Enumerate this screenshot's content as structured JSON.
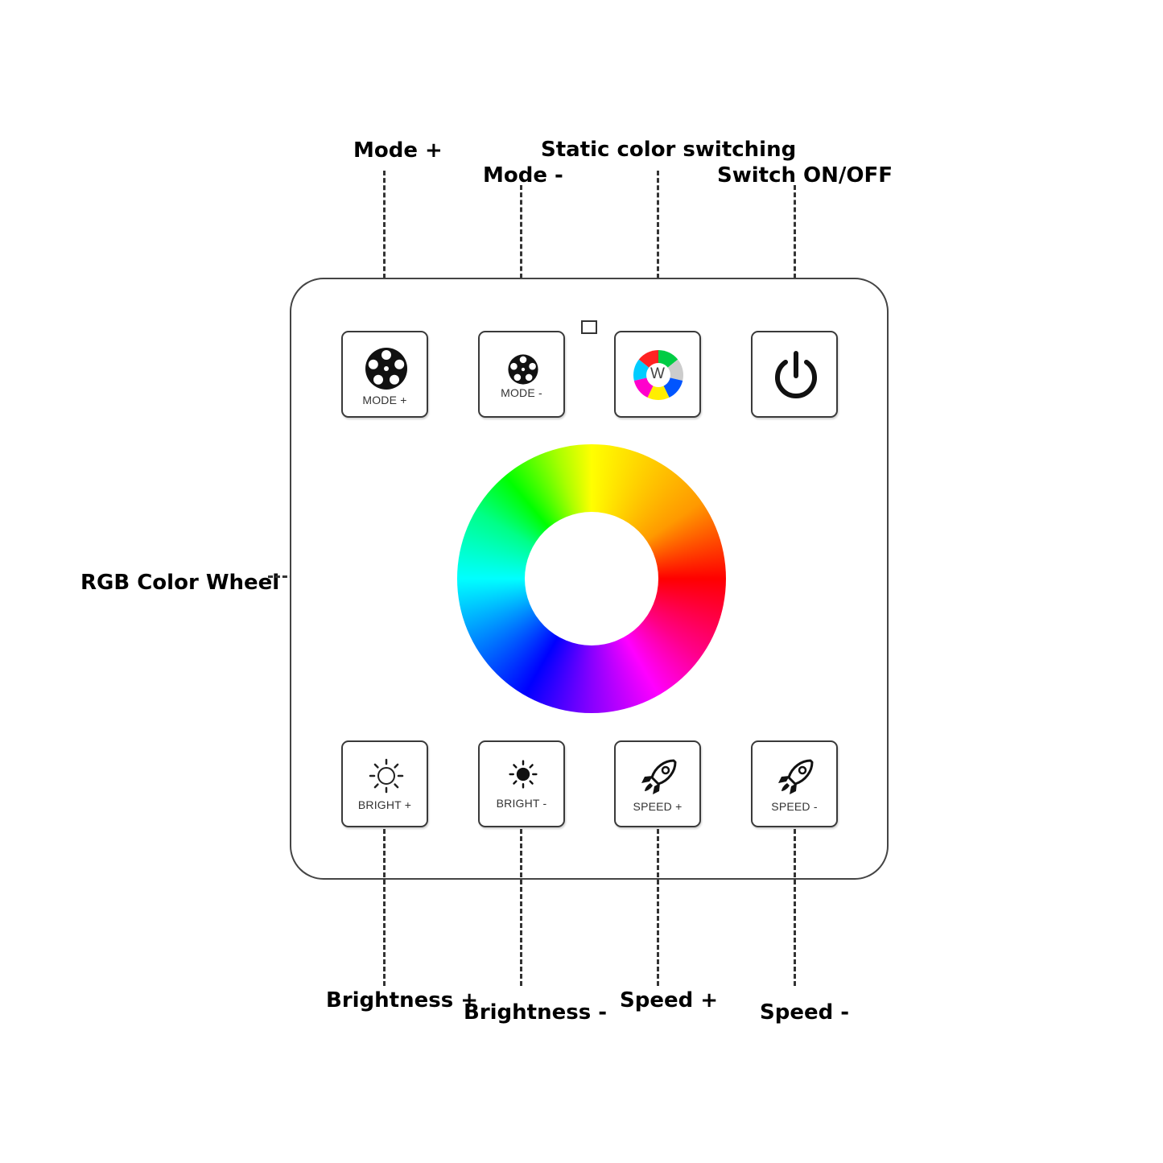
{
  "callouts": {
    "mode_plus": "Mode +",
    "mode_minus": "Mode -",
    "static_color": "Static color switching",
    "switch_onoff": "Switch ON/OFF",
    "rgb_wheel": "RGB Color Wheel",
    "brightness_plus": "Brightness +",
    "brightness_minus": "Brightness -",
    "speed_plus": "Speed +",
    "speed_minus": "Speed -"
  },
  "keys": {
    "mode_plus": "MODE +",
    "mode_minus": "MODE -",
    "static_color_letter": "W",
    "bright_plus": "BRIGHT +",
    "bright_minus": "BRIGHT -",
    "speed_plus": "SPEED +",
    "speed_minus": "SPEED -"
  },
  "icons": {
    "mode_plus": "film-reel-icon",
    "mode_minus": "film-reel-icon",
    "static_color": "color-segment-wheel-icon",
    "power": "power-icon",
    "bright_plus": "sun-outline-icon",
    "bright_minus": "sun-filled-icon",
    "speed_plus": "rocket-icon",
    "speed_minus": "rocket-icon"
  },
  "colors": {
    "outline": "#3a3a3a",
    "leader_line": "#333333",
    "text": "#000000",
    "static_segments": [
      "#00cc44",
      "#cccccc",
      "#0055ff",
      "#ffee00",
      "#ff00cc",
      "#00ccff",
      "#ff2222"
    ]
  }
}
